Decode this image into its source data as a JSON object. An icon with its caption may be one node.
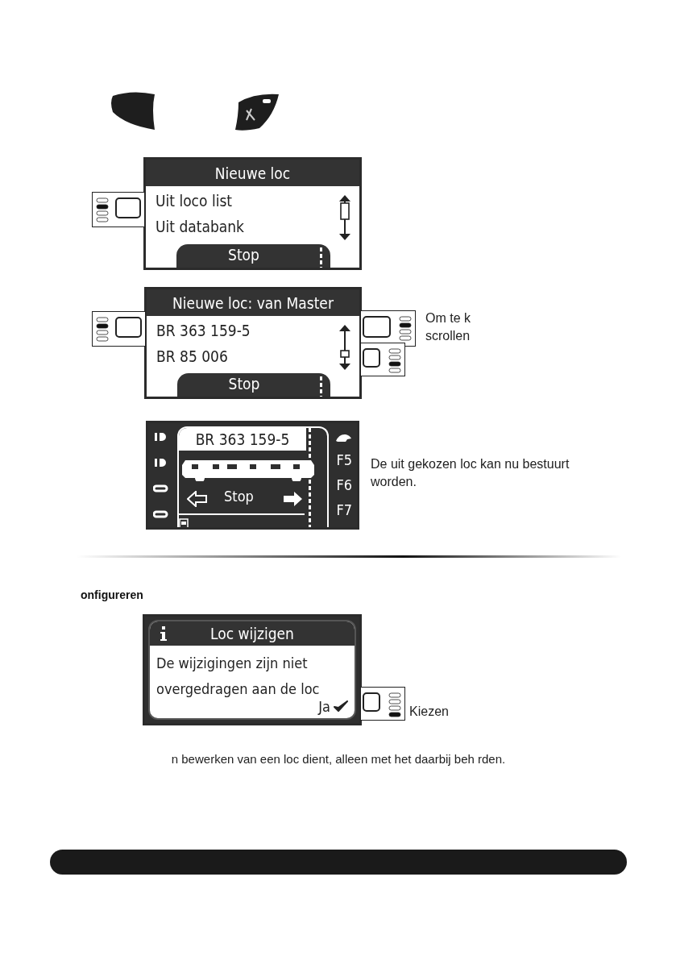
{
  "diagram": {
    "nodes": [
      {
        "text": [
          "Nieuwe loc",
          "Uit loco list",
          "Uit databank",
          "Stop"
        ]
      },
      {
        "text": [
          "Nieuwe loc: van Master",
          "BR 363 159-5",
          "BR 85 006",
          "Stop"
        ]
      },
      {
        "text": [
          "BR 363 159-5",
          "F5",
          "F6",
          "F7",
          "Stop"
        ]
      },
      {
        "text": [
          "Loc wijzigen",
          "De wijzigingen zijn niet overgedragen aan de loc",
          "Ja"
        ]
      }
    ],
    "labels": [
      "Om te k scrollen",
      "De uit gekozen loc kan nu bestuurt worden.",
      "onfigureren",
      "Kiezen",
      "n bewerken van een loc dient, alleen met het daarbij beh rden."
    ]
  }
}
